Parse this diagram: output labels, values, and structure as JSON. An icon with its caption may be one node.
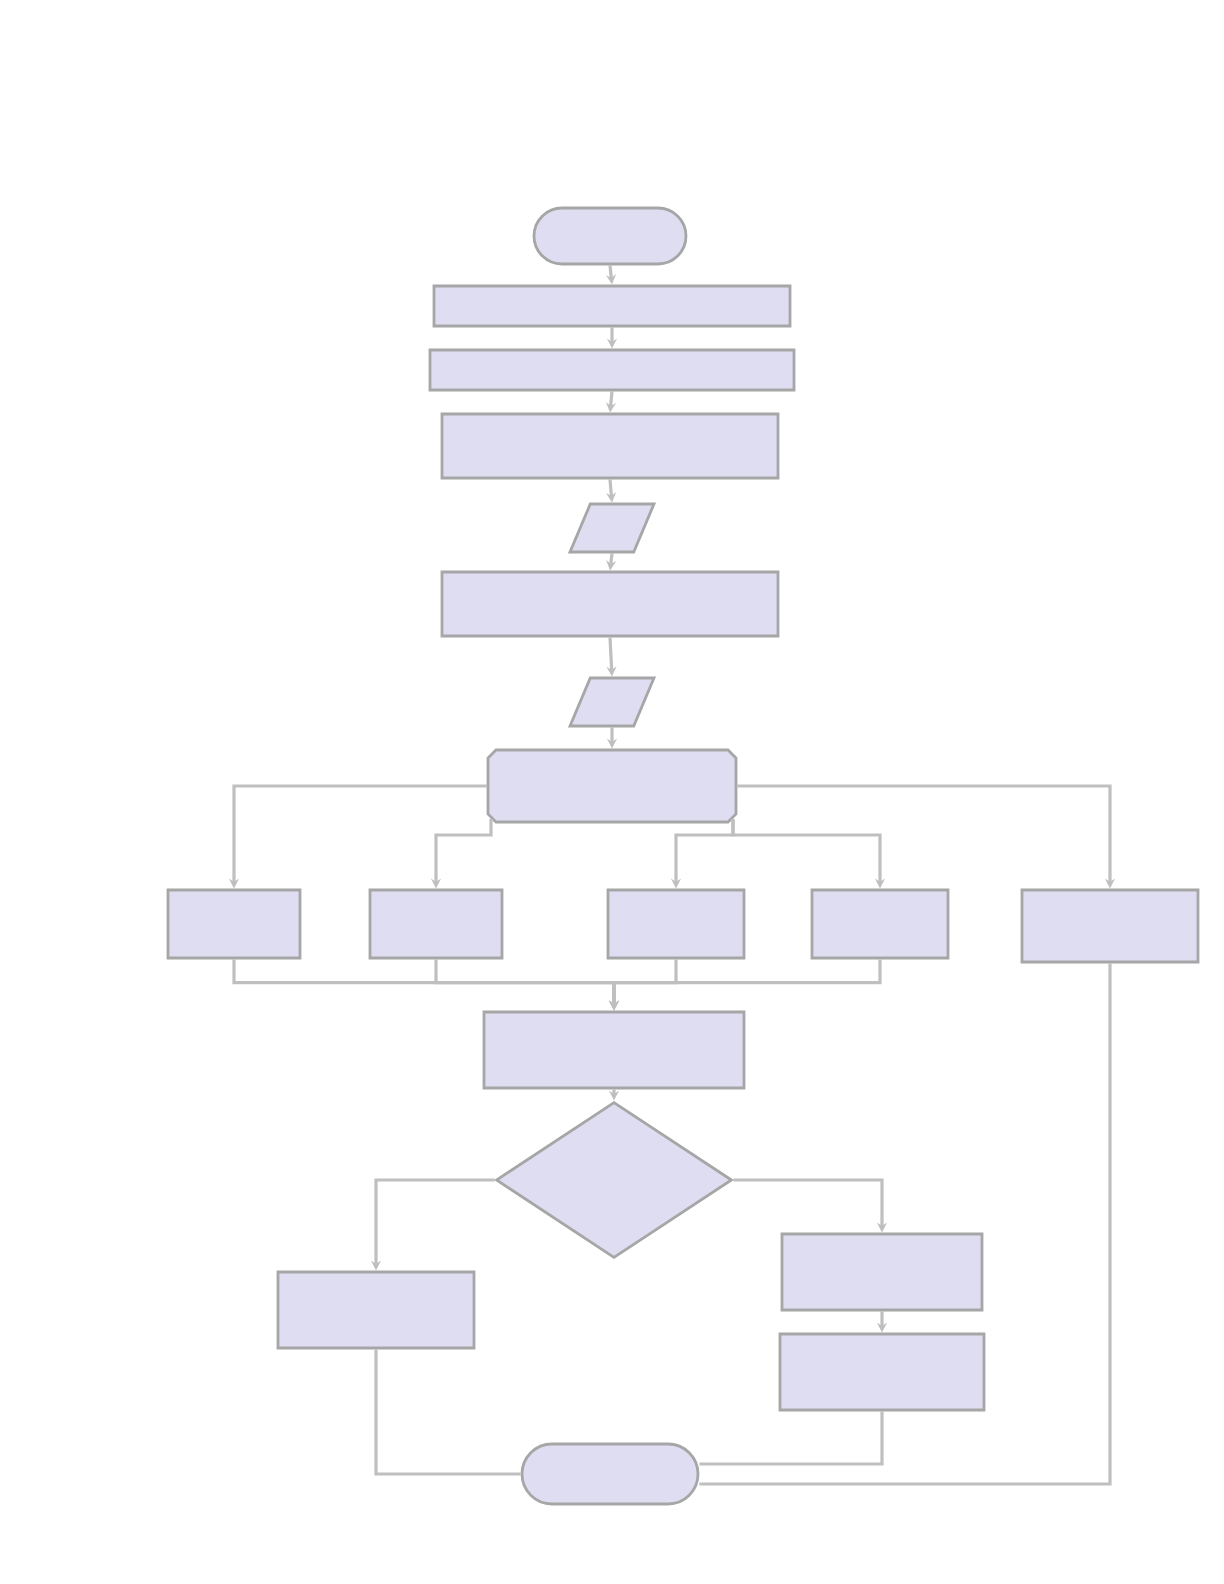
{
  "diagram": {
    "nodes": [
      {
        "text": [],
        "shape": "oval"
      },
      {
        "text": [],
        "shape": "box"
      },
      {
        "text": [],
        "shape": "box"
      },
      {
        "text": [],
        "shape": "box"
      },
      {
        "text": [],
        "shape": "parallelogram"
      },
      {
        "text": [],
        "shape": "box"
      },
      {
        "text": [],
        "shape": "parallelogram"
      },
      {
        "text": [],
        "shape": "hexagon"
      },
      {
        "text": [],
        "shape": "box"
      },
      {
        "text": [],
        "shape": "box"
      },
      {
        "text": [],
        "shape": "box"
      },
      {
        "text": [],
        "shape": "box"
      },
      {
        "text": [],
        "shape": "box"
      },
      {
        "text": [],
        "shape": "box"
      },
      {
        "text": [],
        "shape": "diamond"
      },
      {
        "text": [],
        "shape": "box"
      },
      {
        "text": [],
        "shape": "box"
      },
      {
        "text": [],
        "shape": "box"
      },
      {
        "text": [],
        "shape": "oval"
      }
    ],
    "edges": [
      {
        "from": 0,
        "to": 1,
        "arrow": "to"
      },
      {
        "from": 1,
        "to": 2,
        "arrow": "to"
      },
      {
        "from": 2,
        "to": 3,
        "arrow": "to"
      },
      {
        "from": 3,
        "to": 4,
        "arrow": "to"
      },
      {
        "from": 4,
        "to": 5,
        "arrow": "to"
      },
      {
        "from": 5,
        "to": 6,
        "arrow": "to"
      },
      {
        "from": 6,
        "to": 7,
        "arrow": "to"
      },
      {
        "from": 7,
        "to": 8,
        "arrow": "to"
      },
      {
        "from": 7,
        "to": 9,
        "arrow": "to"
      },
      {
        "from": 7,
        "to": 10,
        "arrow": "to"
      },
      {
        "from": 7,
        "to": 11,
        "arrow": "to"
      },
      {
        "from": 7,
        "to": 12,
        "arrow": "to"
      },
      {
        "from": 8,
        "to": 13,
        "arrow": "to"
      },
      {
        "from": 9,
        "to": 13,
        "arrow": "to"
      },
      {
        "from": 10,
        "to": 13,
        "arrow": "to"
      },
      {
        "from": 11,
        "to": 13,
        "arrow": "to"
      },
      {
        "from": 13,
        "to": 14,
        "arrow": "to"
      },
      {
        "from": 14,
        "to": 15,
        "arrow": "to"
      },
      {
        "from": 14,
        "to": 16,
        "arrow": "to"
      },
      {
        "from": 16,
        "to": 17,
        "arrow": "to"
      },
      {
        "from": 15,
        "to": 18,
        "arrow": "none"
      },
      {
        "from": 17,
        "to": 18,
        "arrow": "none"
      },
      {
        "from": 12,
        "to": 18,
        "arrow": "none"
      }
    ]
  }
}
